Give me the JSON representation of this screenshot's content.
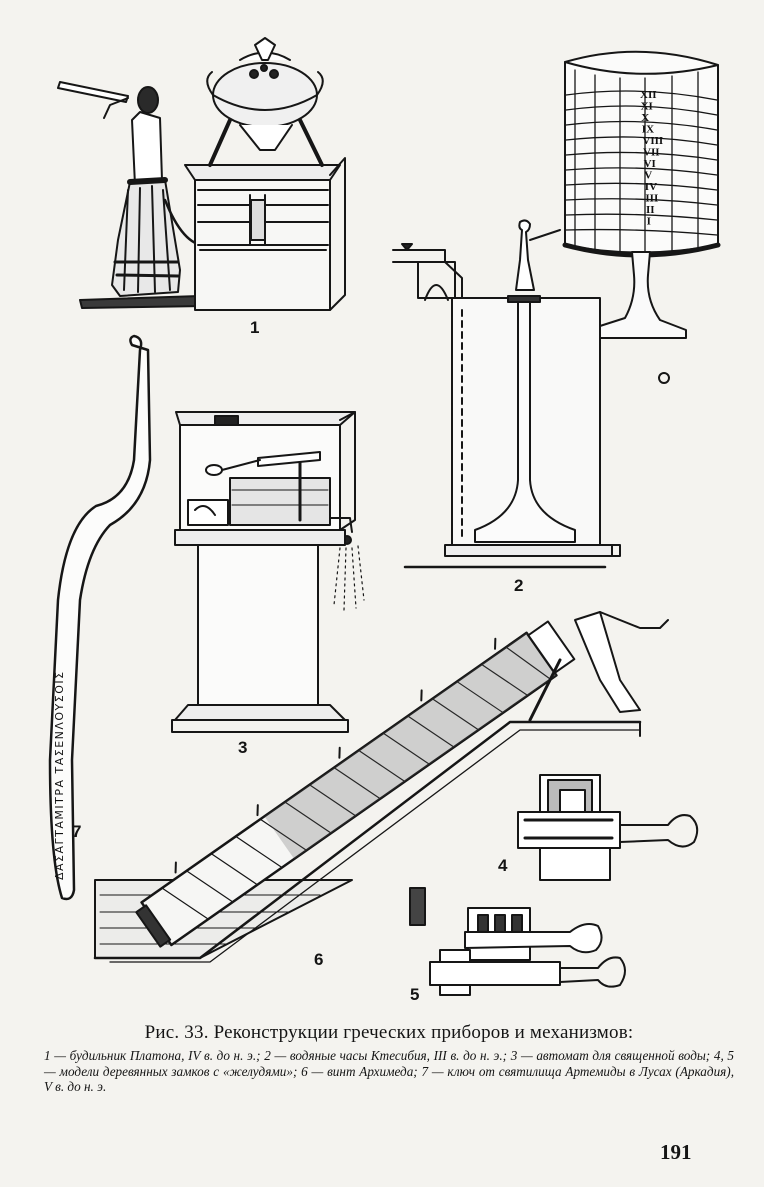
{
  "figure": {
    "labels": {
      "fig1": "1",
      "fig2": "2",
      "fig3": "3",
      "fig4": "4",
      "fig5": "5",
      "fig6": "6",
      "fig7": "7"
    },
    "key_inscription": "ΔΑΣΑΓΤΑΜΙΤΡΑ ΤΑΣΕΝΛΟΥΣΟΙΣ",
    "clock_hours": [
      "XII",
      "XI",
      "X",
      "IX",
      "VIII",
      "VII",
      "VI",
      "V",
      "IV",
      "III",
      "II",
      "I"
    ]
  },
  "caption": {
    "title": "Рис. 33. Реконструкции греческих приборов и механизмов:",
    "body": "1 — будильник Платона, IV в. до н. э.; 2 — водяные часы Ктесибия, III в. до н. э.; 3 — автомат для священной воды; 4, 5 — модели деревянных замков с «желудями»; 6 — винт Архимеда; 7 — ключ от святилища Артемиды в Лусах (Аркадия), V в. до н. э."
  },
  "page_number": "191"
}
